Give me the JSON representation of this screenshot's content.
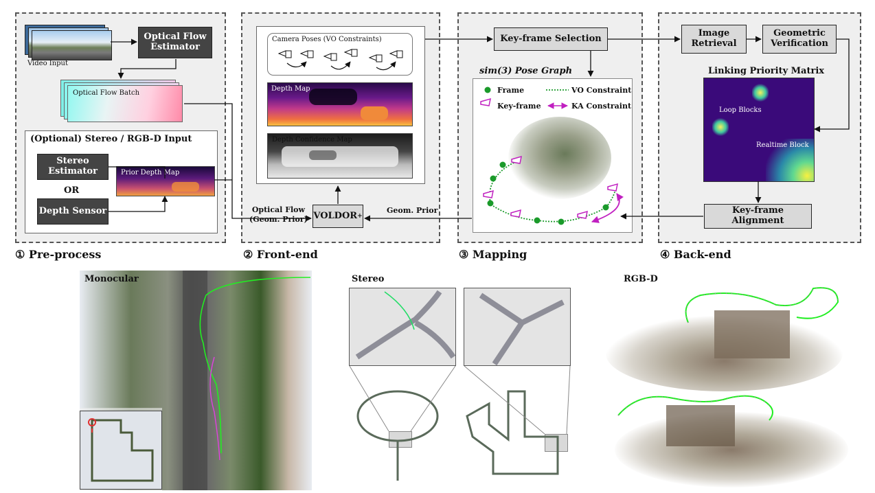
{
  "stages": {
    "preprocess": "① Pre-process",
    "frontend": "② Front-end",
    "mapping": "③ Mapping",
    "backend": "④ Back-end"
  },
  "preprocess": {
    "video_input": "Video Input",
    "optical_flow_estimator": "Optical Flow Estimator",
    "optical_flow_batch": "Optical Flow Batch",
    "optional_title": "(Optional) Stereo / RGB-D Input",
    "stereo_estimator": "Stereo Estimator",
    "or": "OR",
    "depth_sensor": "Depth Sensor",
    "prior_depth_map": "Prior Depth Map"
  },
  "frontend": {
    "camera_poses": "Camera Poses (VO Constraints)",
    "depth_map": "Depth Map",
    "depth_confidence_map": "Depth Confidence Map",
    "voldor": "VOLDOR",
    "voldor_sup": "+",
    "optical_flow_line1": "Optical Flow",
    "optical_flow_line2": "(Geom. Prior)",
    "geom_prior": "Geom. Prior"
  },
  "mapping": {
    "keyframe_selection": "Key-frame Selection",
    "pose_graph_title": "sim(3) Pose Graph",
    "legend_frame": "Frame",
    "legend_vo": "VO Constraint",
    "legend_keyframe": "Key-frame",
    "legend_ka": "KA Constraint"
  },
  "backend": {
    "image_retrieval": "Image Retrieval",
    "geometric_verification": "Geometric Verification",
    "linking_priority_matrix": "Linking Priority Matrix",
    "loop_blocks": "Loop Blocks",
    "realtime_block": "Realtime Block",
    "keyframe_alignment": "Key-frame Alignment"
  },
  "results": {
    "monocular": "Monocular",
    "stereo": "Stereo",
    "rgbd": "RGB-D"
  },
  "colors": {
    "panel_bg": "#efefef",
    "dark_box": "#444444",
    "gray_box": "#d9d9d9",
    "frame_green": "#1a9a2a",
    "keyframe_magenta": "#c020c0",
    "trajectory_green": "#22ee22"
  }
}
